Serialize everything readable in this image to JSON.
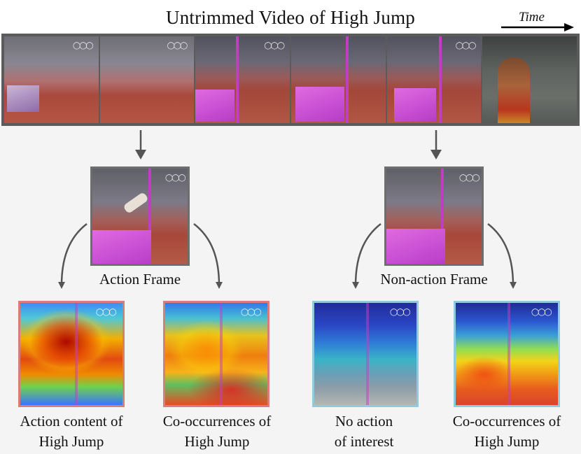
{
  "title": "Untrimmed Video of  High Jump",
  "time_label": "Time",
  "frames": {
    "action_label": "Action Frame",
    "non_action_label": "Non-action Frame"
  },
  "outputs": [
    {
      "line1": "Action content of",
      "line2": "High Jump",
      "border_color": "#d77e7a"
    },
    {
      "line1": "Co-occurrences of",
      "line2": "High Jump",
      "border_color": "#d77e7a"
    },
    {
      "line1": "No action",
      "line2": "of interest",
      "border_color": "#8fcbe0"
    },
    {
      "line1": "Co-occurrences of",
      "line2": "High Jump",
      "border_color": "#8fcbe0"
    }
  ],
  "colors": {
    "arrow": "#555555",
    "filmstrip_border": "#5b5b5b",
    "pole": "#c03fc0",
    "mat": "#d65cd6"
  }
}
